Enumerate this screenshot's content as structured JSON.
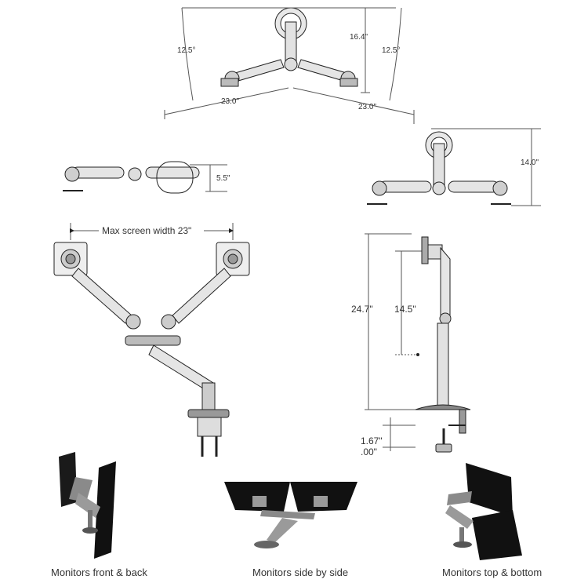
{
  "dimensions": {
    "top_angle_left": "12.5°",
    "top_angle_right": "12.5°",
    "top_height": "16.4\"",
    "top_span_left": "23.0\"",
    "top_span_right": "23.0\"",
    "side_left_height": "5.5\"",
    "side_right_height": "14.0\"",
    "max_screen_width": "Max screen width 23\"",
    "total_height": "24.7\"",
    "adjust_range": "14.5\"",
    "clamp_max": "1.67\"",
    "clamp_min": ".00\""
  },
  "captions": {
    "front_back": "Monitors front & back",
    "side_by_side": "Monitors side by side",
    "top_bottom": "Monitors top & bottom"
  },
  "colors": {
    "line": "#222222",
    "arm_fill": "#d9d9d9",
    "metal": "#8a8a8a",
    "screen": "#111111"
  }
}
